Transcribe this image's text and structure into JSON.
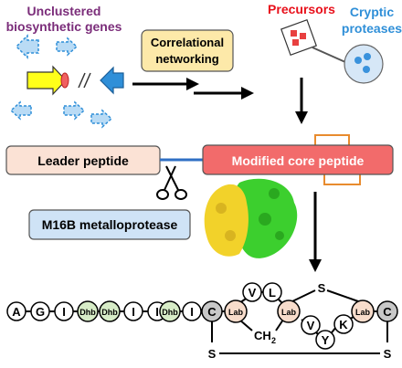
{
  "labels": {
    "unclustered_line1": "Unclustered",
    "unclustered_line2": "biosynthetic genes",
    "correlational_line1": "Correlational",
    "correlational_line2": "networking",
    "precursors": "Precursors",
    "cryptic_line1": "Cryptic",
    "cryptic_line2": "proteases",
    "leader_peptide": "Leader peptide",
    "modified_core_peptide": "Modified core peptide",
    "m16b": "M16B metalloprotease"
  },
  "sequence": {
    "residues": [
      "A",
      "G",
      "I",
      "Dhb",
      "Dhb",
      "I",
      "I",
      "Dhb",
      "I",
      "C"
    ],
    "ring_residues": {
      "lab1": "Lab",
      "v": "V",
      "l": "L",
      "lab2": "Lab",
      "v2": "V",
      "y": "Y",
      "k": "K",
      "lab3": "Lab",
      "c_end": "C"
    },
    "sulfur_top": "S",
    "sulfur_bottom_left": "S",
    "sulfur_bottom_right": "S",
    "ch2": "CH",
    "ch2_sub": "2"
  },
  "colors": {
    "purple": "#7b2d7a",
    "red": "#e8101b",
    "blue": "#2f8fd8",
    "yellow_box": "#fde9a9",
    "leader_box": "#fbe2d5",
    "core_box": "#f26b6b",
    "m16b_box": "#cfe3f6",
    "dhb_fill": "#d7ecc7",
    "lab_fill": "#f7dccb",
    "gray_c": "#c8c8c8",
    "orange": "#e88b2e"
  }
}
